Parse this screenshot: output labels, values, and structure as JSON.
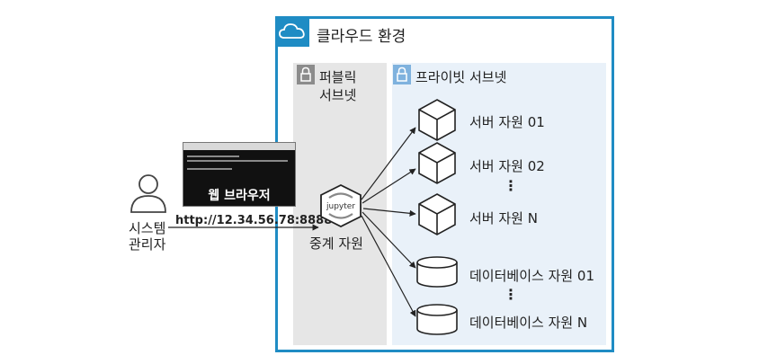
{
  "cloud": {
    "title": "클라우드 환경",
    "border_color": "#1f8cc4",
    "icon": "cloud-icon"
  },
  "public_subnet": {
    "label_line1": "퍼블릭",
    "label_line2": "서브넷",
    "bg": "#e6e6e6",
    "icon": "lock-icon"
  },
  "private_subnet": {
    "label": "프라이빗 서브넷",
    "bg": "#e9f1f9",
    "icon": "lock-icon"
  },
  "admin": {
    "label_line1": "시스템",
    "label_line2": "관리자",
    "icon": "user-icon"
  },
  "browser": {
    "label": "웹 브라우저",
    "icon": "terminal-window-icon"
  },
  "url": "http://12.34.56.78:8888",
  "relay": {
    "label": "중계 자원",
    "logo_text": "jupyter"
  },
  "servers": [
    {
      "label": "서버 자원 01"
    },
    {
      "label": "서버 자원 02"
    },
    {
      "label": "서버 자원 N"
    }
  ],
  "databases": [
    {
      "label": "데이터베이스 자원 01"
    },
    {
      "label": "데이터베이스 자원 N"
    }
  ],
  "ellipsis": "⋮"
}
